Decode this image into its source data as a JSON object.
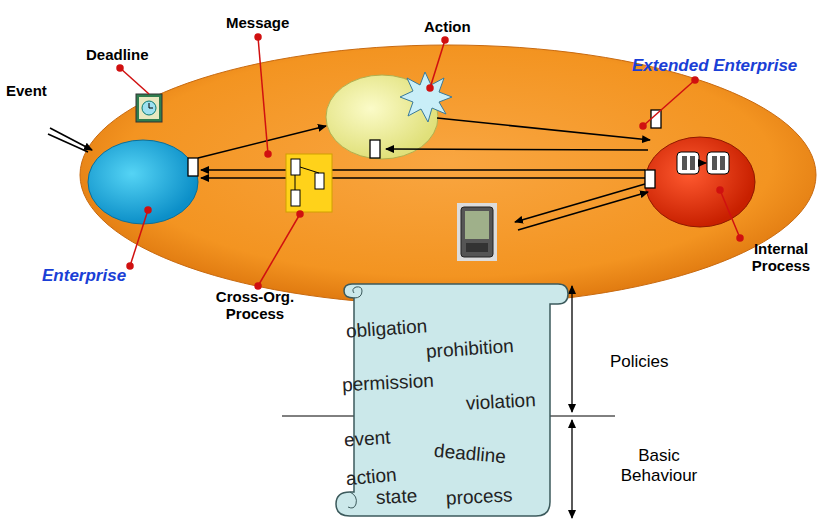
{
  "diagram": {
    "nodes": [
      {
        "text": [
          "obligation",
          "prohibition",
          "permission",
          "violation",
          "event",
          "deadline",
          "action",
          "state",
          "process"
        ]
      }
    ],
    "labels": [
      "Event",
      "Deadline",
      "Message",
      "Action",
      "Extended Enterprise",
      "Enterprise",
      "Cross-Org. Process",
      "Internal Process",
      "Policies",
      "Basic Behaviour"
    ]
  }
}
